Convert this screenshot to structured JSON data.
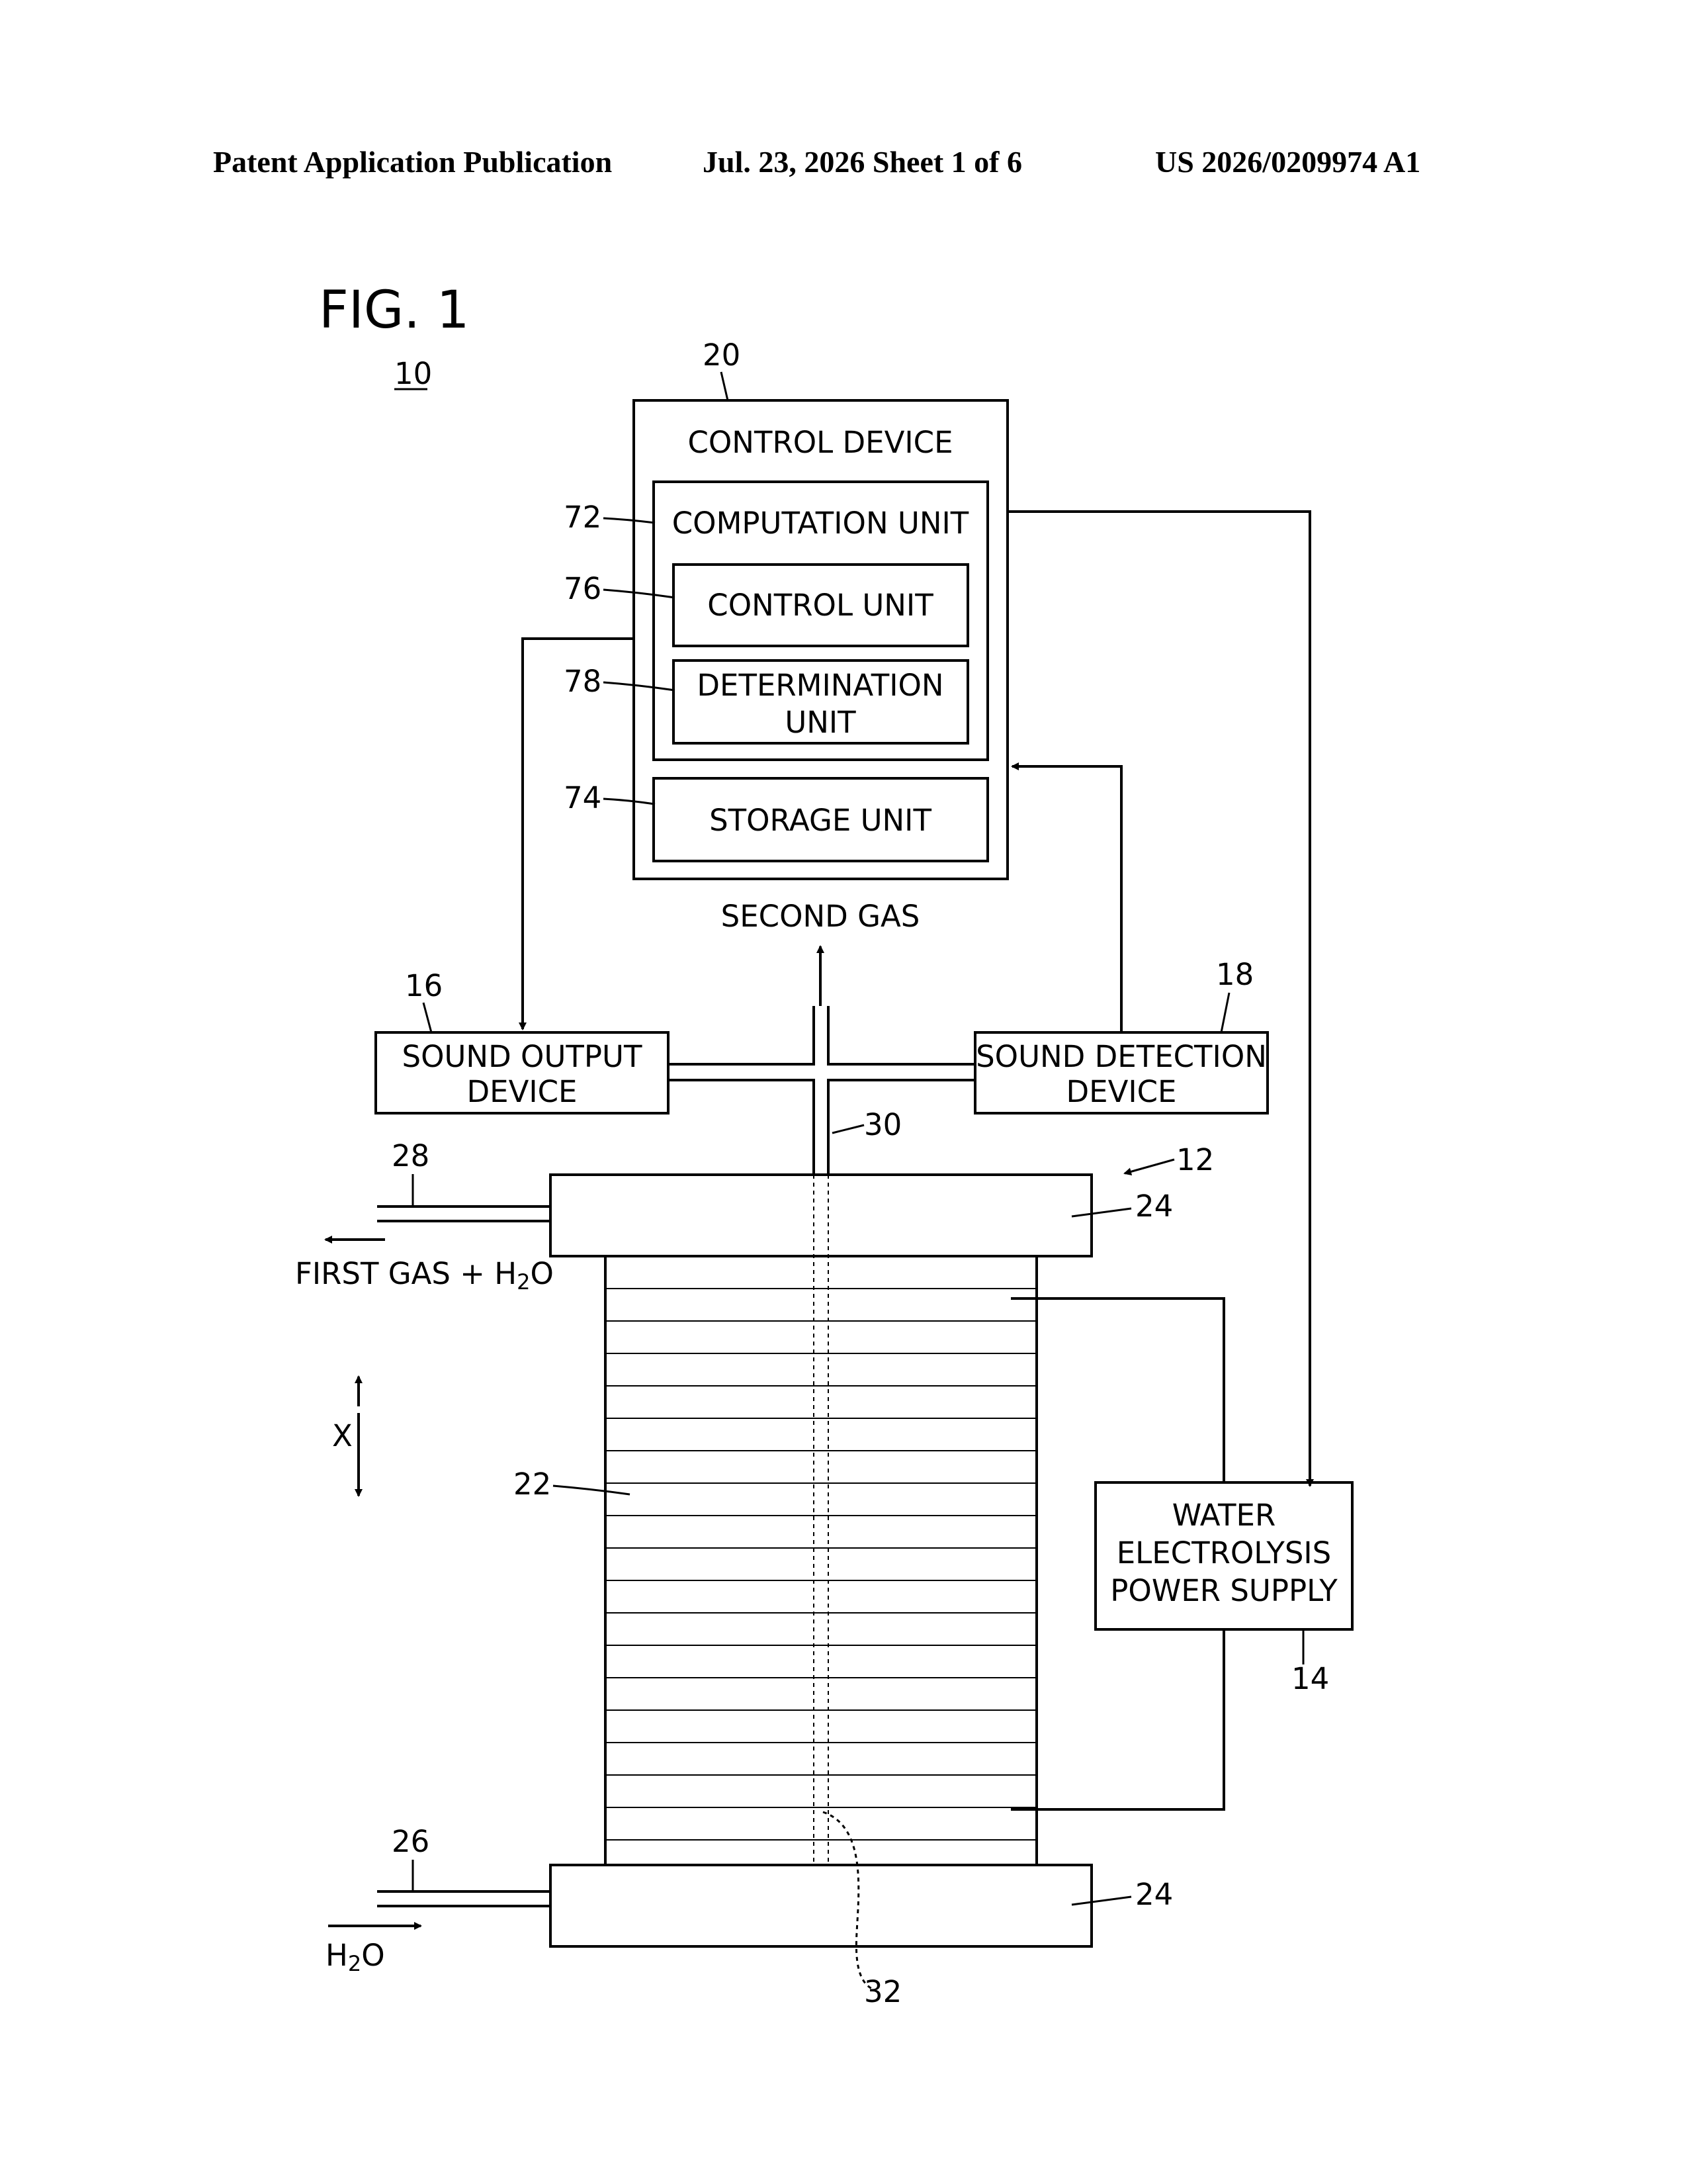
{
  "header": {
    "publication": "Patent Application Publication",
    "date_sheet": "Jul. 23, 2026   Sheet 1 of 6",
    "number": "US 2026/0209974 A1"
  },
  "figure": {
    "title": "FIG. 1",
    "system_ref": "10",
    "control_device": {
      "ref": "20",
      "label": "CONTROL DEVICE"
    },
    "computation_unit": {
      "ref": "72",
      "label": "COMPUTATION UNIT"
    },
    "control_unit": {
      "ref": "76",
      "label": "CONTROL UNIT"
    },
    "determination_unit": {
      "ref": "78",
      "line1": "DETERMINATION",
      "line2": "UNIT"
    },
    "storage_unit": {
      "ref": "74",
      "label": "STORAGE UNIT"
    },
    "second_gas": "SECOND GAS",
    "sound_output_device": {
      "ref": "16",
      "line1": "SOUND OUTPUT",
      "line2": "DEVICE"
    },
    "sound_detection_device": {
      "ref": "18",
      "line1": "SOUND DETECTION",
      "line2": "DEVICE"
    },
    "pipe_ref": "30",
    "stack_ref": "12",
    "end_plate_ref": "24",
    "outlet_pipe_ref": "28",
    "first_gas_label": "FIRST GAS + H",
    "h2o_suffix": "O",
    "subscript_2": "2",
    "axis_label": "X",
    "cells_ref": "22",
    "power_supply": {
      "ref": "14",
      "line1": "WATER",
      "line2": "ELECTROLYSIS",
      "line3": "POWER SUPPLY"
    },
    "inlet_pipe_ref": "26",
    "inlet_label": "H",
    "passage_ref": "32"
  }
}
